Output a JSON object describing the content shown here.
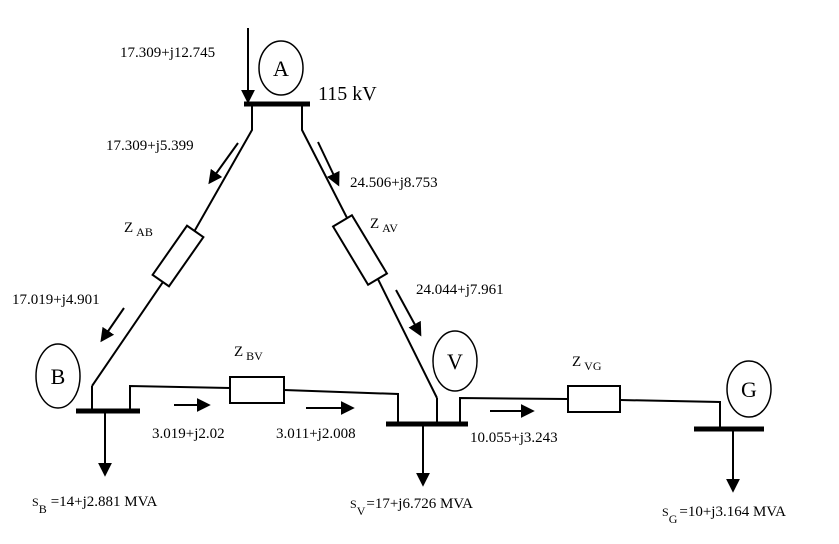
{
  "nodes": {
    "A": "A",
    "B": "B",
    "V": "V",
    "G": "G"
  },
  "bus_voltage": "115 kV",
  "impedances": {
    "AB": {
      "main": "Z",
      "sub": "AB"
    },
    "AV": {
      "main": "Z",
      "sub": "AV"
    },
    "BV": {
      "main": "Z",
      "sub": "BV"
    },
    "VG": {
      "main": "Z",
      "sub": "VG"
    }
  },
  "flows": {
    "injection_A": "17.309+j12.745",
    "A_to_B_send": "17.309+j5.399",
    "A_to_V_send": "24.506+j8.753",
    "A_to_B_recv": "17.019+j4.901",
    "A_to_V_recv": "24.044+j7.961",
    "B_to_V_send": "3.019+j2.02",
    "B_to_V_recv": "3.011+j2.008",
    "V_to_G": "10.055+j3.243"
  },
  "loads": {
    "B": {
      "main": "S",
      "sub": "B",
      "value": "=14+j2.881 MVA"
    },
    "V": {
      "main": "S",
      "sub": "V",
      "value": "=17+j6.726  MVA"
    },
    "G": {
      "main": "S",
      "sub": "G",
      "value": "=10+j3.164 MVA"
    }
  }
}
